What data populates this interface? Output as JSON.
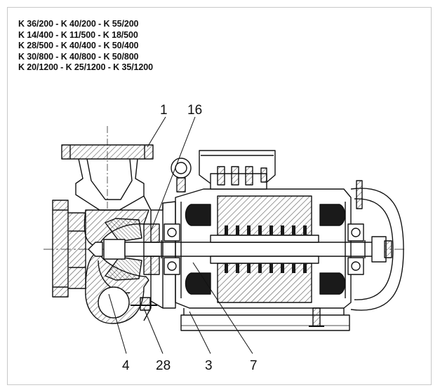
{
  "models": [
    "K 36/200 - K 40/200 - K 55/200",
    "K 14/400 - K 11/500 - K 18/500",
    "K 28/500 - K 40/400 - K 50/400",
    "K 30/800 - K 40/800 - K 50/800",
    "K 20/1200 - K 25/1200 - K 35/1200"
  ],
  "callouts": {
    "c1": "1",
    "c16": "16",
    "c4": "4",
    "c28": "28",
    "c3": "3",
    "c7": "7"
  },
  "colors": {
    "ink": "#111111",
    "border": "#c8c8c8",
    "hatch": "#555555",
    "winding": "#1a1a1a"
  }
}
